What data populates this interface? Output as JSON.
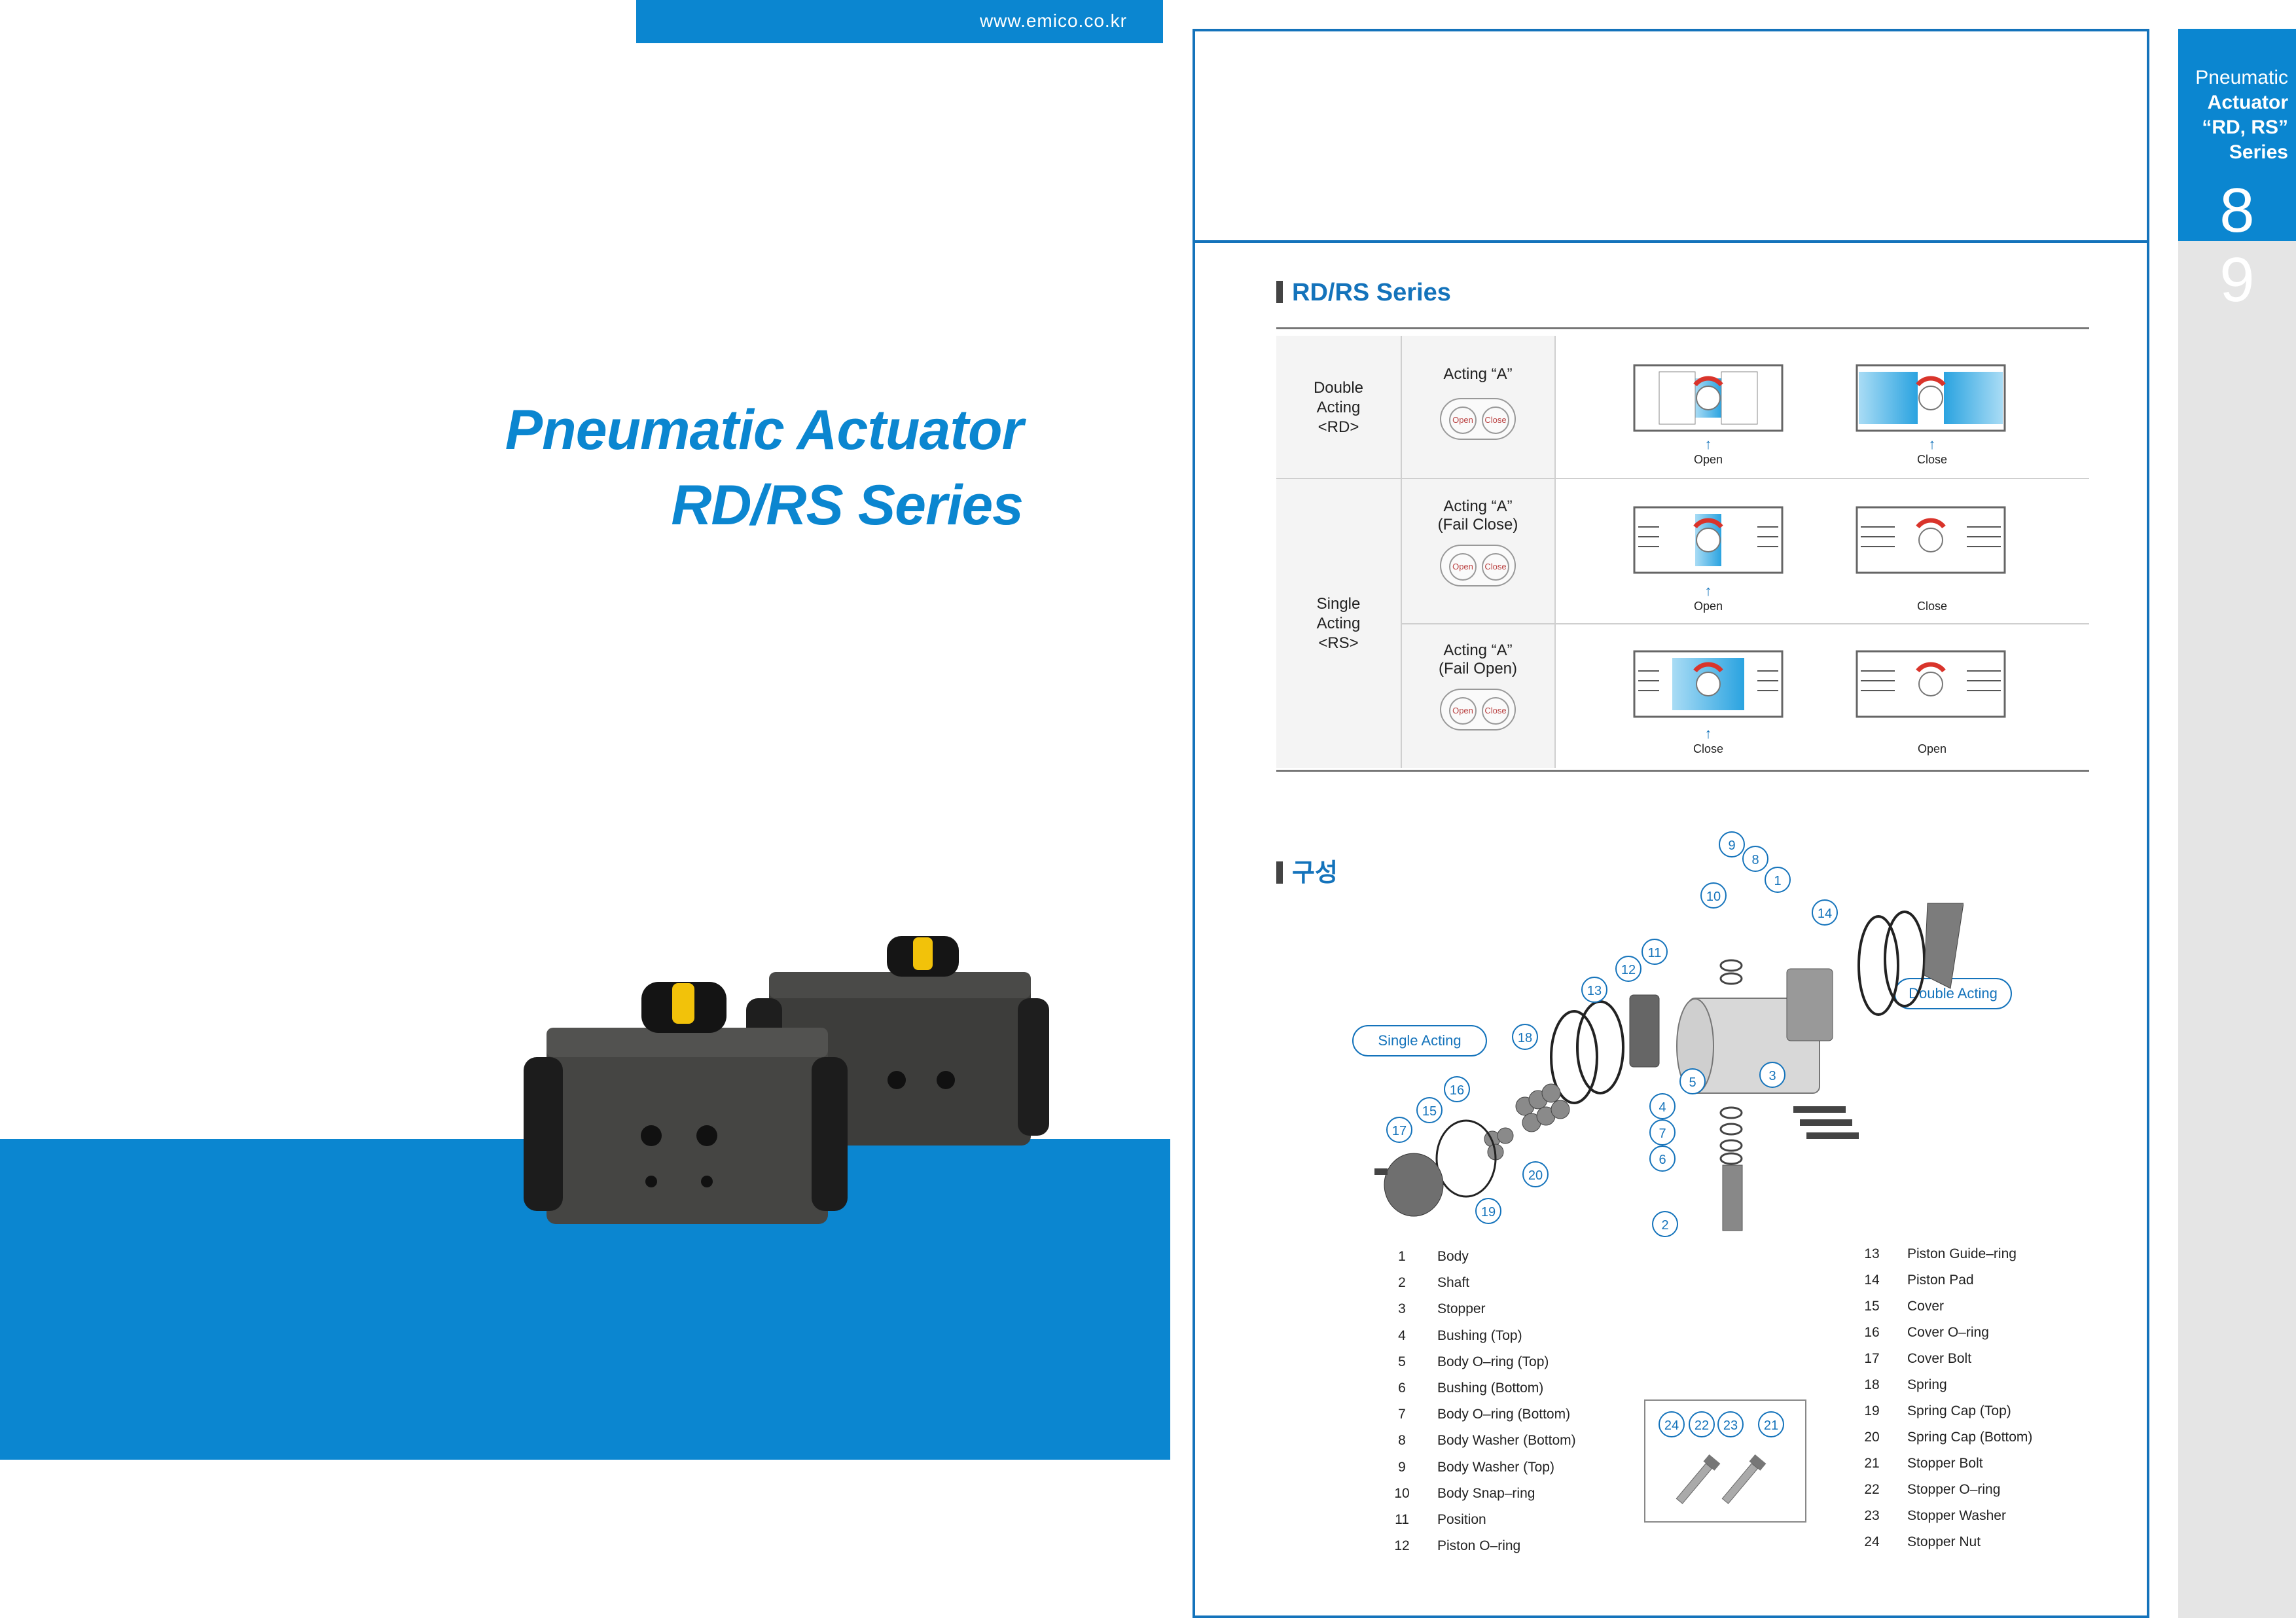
{
  "header": {
    "url": "www.emico.co.kr"
  },
  "title": {
    "line1": "Pneumatic Actuator",
    "line2": "RD/RS Series"
  },
  "side_tab": {
    "line1": "Pneumatic",
    "line2": "Actuator",
    "line3": "“RD, RS”",
    "line4": "Series",
    "page_current": "8",
    "page_next": "9"
  },
  "section_series": {
    "heading": "RD/RS Series",
    "rows": [
      {
        "type_label": [
          "Double",
          "Acting",
          "<RD>"
        ],
        "acting": [
          "Acting “A”"
        ],
        "pill": [
          "Open",
          "Close"
        ],
        "left_caption": "Open",
        "right_caption": "Close"
      },
      {
        "acting": [
          "Acting “A”",
          "(Fail Close)"
        ],
        "pill": [
          "Open",
          "Close"
        ],
        "left_caption": "Open",
        "right_caption": "Close"
      },
      {
        "acting": [
          "Acting “A”",
          "(Fail Open)"
        ],
        "pill": [
          "Open",
          "Close"
        ],
        "left_caption": "Close",
        "right_caption": "Open"
      }
    ],
    "single_label": [
      "Single",
      "Acting",
      "<RS>"
    ]
  },
  "section_parts": {
    "heading": "구성",
    "tags": {
      "single": "Single Acting",
      "double": "Double Acting"
    },
    "parts_left": [
      {
        "num": "1",
        "name": "Body"
      },
      {
        "num": "2",
        "name": "Shaft"
      },
      {
        "num": "3",
        "name": "Stopper"
      },
      {
        "num": "4",
        "name": "Bushing (Top)"
      },
      {
        "num": "5",
        "name": "Body O–ring (Top)"
      },
      {
        "num": "6",
        "name": "Bushing (Bottom)"
      },
      {
        "num": "7",
        "name": "Body O–ring (Bottom)"
      },
      {
        "num": "8",
        "name": "Body Washer (Bottom)"
      },
      {
        "num": "9",
        "name": "Body Washer (Top)"
      },
      {
        "num": "10",
        "name": "Body Snap–ring"
      },
      {
        "num": "11",
        "name": "Position"
      },
      {
        "num": "12",
        "name": "Piston O–ring"
      }
    ],
    "parts_right": [
      {
        "num": "13",
        "name": "Piston Guide–ring"
      },
      {
        "num": "14",
        "name": "Piston Pad"
      },
      {
        "num": "15",
        "name": "Cover"
      },
      {
        "num": "16",
        "name": "Cover O–ring"
      },
      {
        "num": "17",
        "name": "Cover Bolt"
      },
      {
        "num": "18",
        "name": "Spring"
      },
      {
        "num": "19",
        "name": "Spring Cap (Top)"
      },
      {
        "num": "20",
        "name": "Spring Cap (Bottom)"
      },
      {
        "num": "21",
        "name": "Stopper Bolt"
      },
      {
        "num": "22",
        "name": "Stopper O–ring"
      },
      {
        "num": "23",
        "name": "Stopper Washer"
      },
      {
        "num": "24",
        "name": "Stopper Nut"
      }
    ],
    "badges": [
      "9",
      "8",
      "1",
      "10",
      "14",
      "11",
      "12",
      "13",
      "18",
      "16",
      "15",
      "17",
      "5",
      "4",
      "7",
      "6",
      "3",
      "20",
      "19",
      "2",
      "24",
      "22",
      "23",
      "21"
    ]
  },
  "colors": {
    "accent": "#0b86d0",
    "frame": "#1473bb",
    "arrow_red": "#d9342b",
    "air_blue": "#3aaee6"
  }
}
